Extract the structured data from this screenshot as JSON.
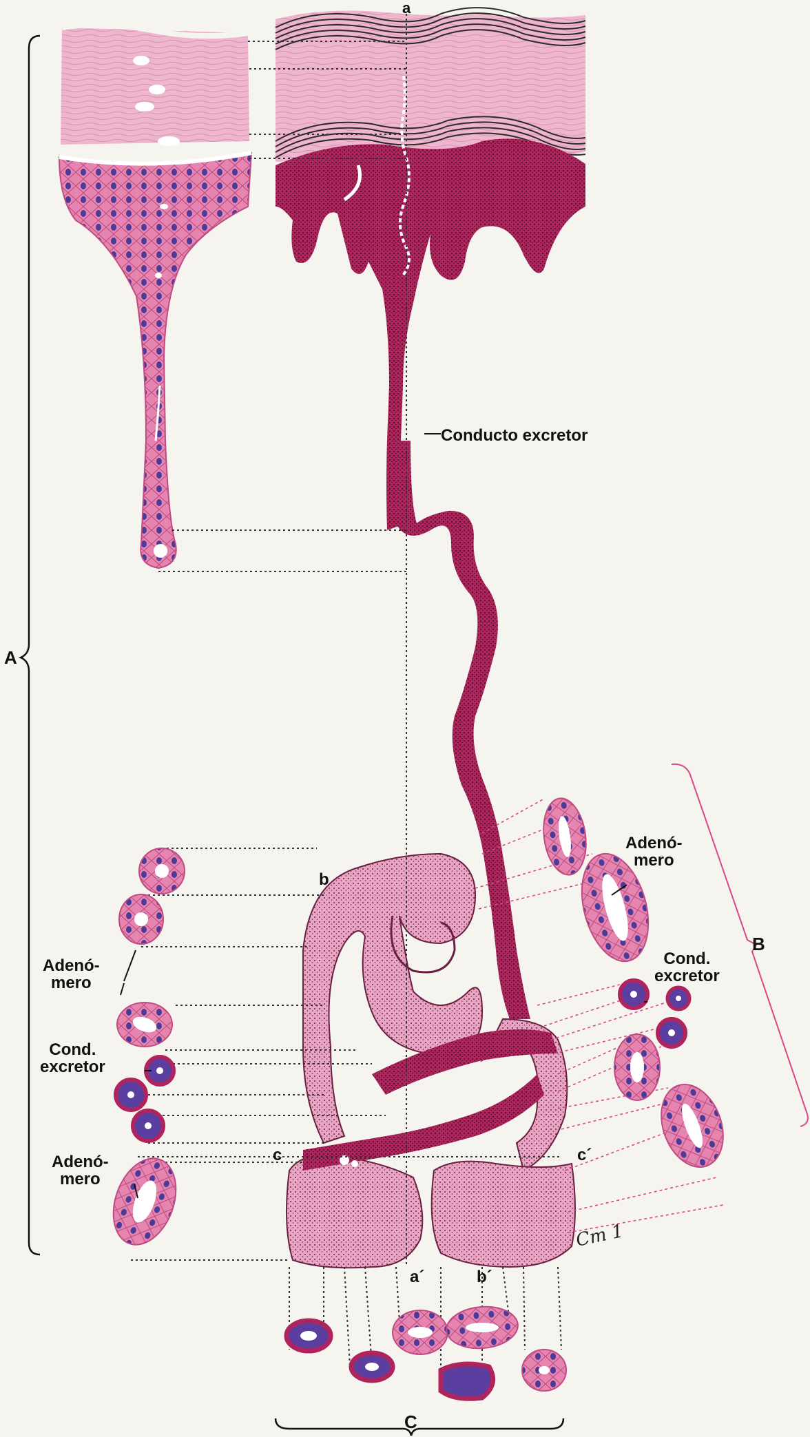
{
  "labels": {
    "conducto_excretor": "Conducto excretor",
    "adenomero_right_1": "Adenó-",
    "adenomero_right_2": "mero",
    "cond_excretor_right_1": "Cond.",
    "cond_excretor_right_2": "excretor",
    "adenomero_left_top_1": "Adenó-",
    "adenomero_left_top_2": "mero",
    "cond_excretor_left_1": "Cond.",
    "cond_excretor_left_2": "excretor",
    "adenomero_left_bottom_1": "Adenó-",
    "adenomero_left_bottom_2": "mero"
  },
  "letters": {
    "a": "a",
    "b": "b",
    "c": "c",
    "c_prime": "c´",
    "a_prime": "a´",
    "b_prime": "b´",
    "A": "A",
    "B": "B",
    "C": "C"
  },
  "signature": "Cm 1",
  "colors": {
    "background": "#f6f4ef",
    "tissue_pink": "#e8a6c4",
    "epithelium": "#d85a93",
    "duct_dark": "#b0245e",
    "nuclei": "#5a3fa0",
    "muscle_band": "#f0c4d6",
    "fiber_dark": "#2a2a2a",
    "leader_pink": "#d9468a"
  }
}
